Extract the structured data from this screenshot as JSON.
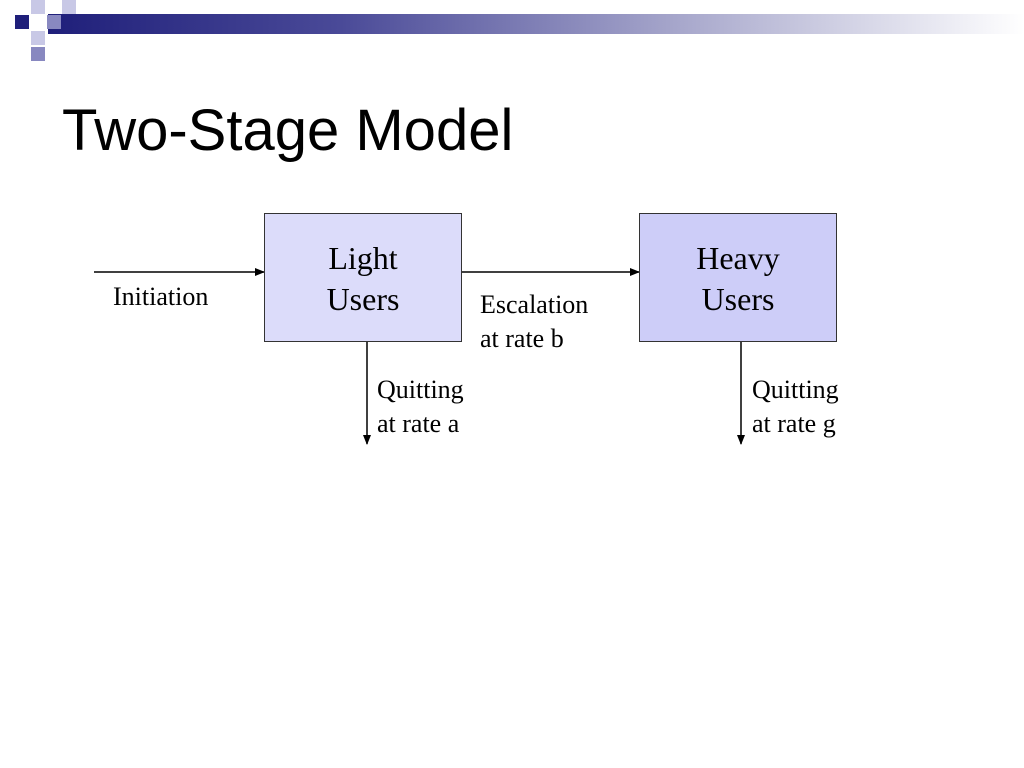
{
  "slide": {
    "title": "Two-Stage Model"
  },
  "diagram": {
    "nodes": [
      {
        "id": "light",
        "lines": [
          "Light",
          "Users"
        ],
        "fill": "#dcdcfa"
      },
      {
        "id": "heavy",
        "lines": [
          "Heavy",
          "Users"
        ],
        "fill": "#cdcdf8"
      }
    ],
    "edges": [
      {
        "id": "initiation",
        "from": "outside",
        "to": "light",
        "lines": [
          "Initiation"
        ]
      },
      {
        "id": "escalation",
        "from": "light",
        "to": "heavy",
        "lines": [
          "Escalation",
          "at rate b"
        ]
      },
      {
        "id": "quit-light",
        "from": "light",
        "to": "outside",
        "lines": [
          "Quitting",
          "at rate a"
        ]
      },
      {
        "id": "quit-heavy",
        "from": "heavy",
        "to": "outside",
        "lines": [
          "Quitting",
          "at rate g"
        ]
      }
    ]
  },
  "colors": {
    "header_dark": "#1f1f7a",
    "accent_square": "#8888c0",
    "line": "#000000"
  }
}
